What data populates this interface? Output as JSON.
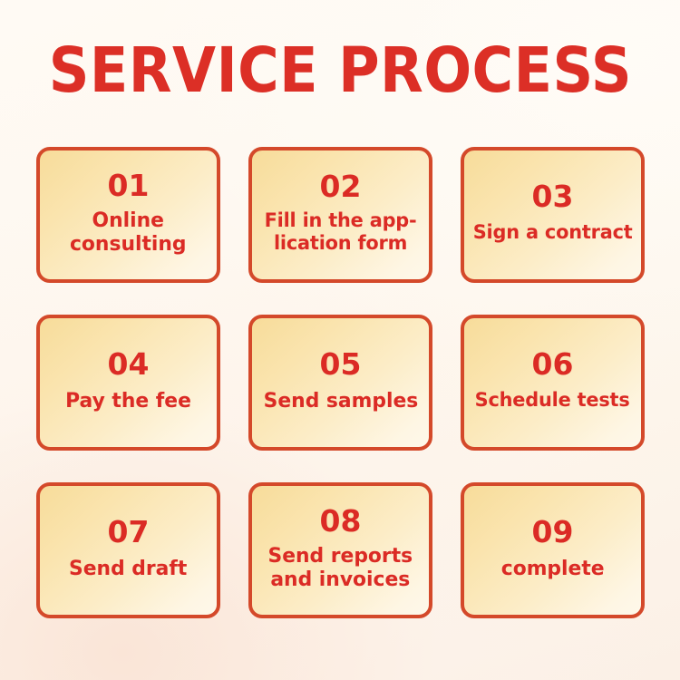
{
  "poster": {
    "title": "SERVICE PROCESS",
    "colors": {
      "accent_red": "#DC2F26",
      "card_border": "#D4492A",
      "card_fill_start": "#F7DC9A",
      "card_fill_end": "#FEF8EA",
      "background": "#FDF5EB"
    }
  },
  "steps": [
    {
      "number": "01",
      "label": "Online\nconsulting"
    },
    {
      "number": "02",
      "label": "Fill in the app-\nlication form"
    },
    {
      "number": "03",
      "label": "Sign a contract"
    },
    {
      "number": "04",
      "label": "Pay the fee"
    },
    {
      "number": "05",
      "label": "Send samples"
    },
    {
      "number": "06",
      "label": "Schedule tests"
    },
    {
      "number": "07",
      "label": "Send draft"
    },
    {
      "number": "08",
      "label": "Send reports\nand invoices"
    },
    {
      "number": "09",
      "label": "complete"
    }
  ]
}
